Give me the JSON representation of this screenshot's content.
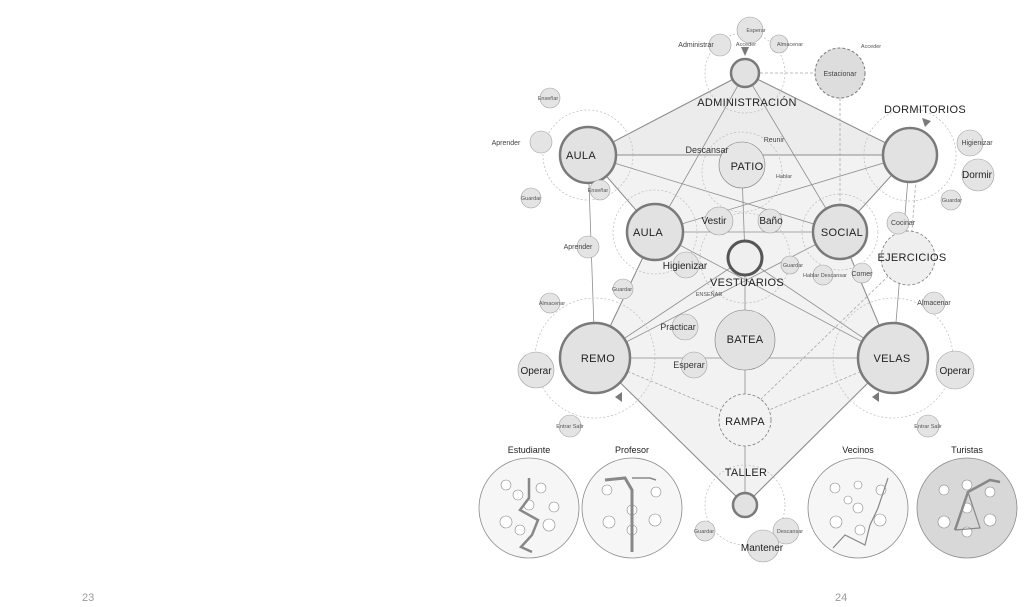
{
  "pages": {
    "left": "23",
    "right": "24"
  },
  "nodes": {
    "administracion": "ADMINISTRACIÓN",
    "dormitorios": "DORMITORIOS",
    "aula1": "AULA",
    "aula2": "AULA",
    "patio": "PATIO",
    "social": "SOCIAL",
    "vestuarios": "VESTUARIOS",
    "ejercicios": "EJERCICIOS",
    "batea": "BATEA",
    "remo": "REMO",
    "velas": "VELAS",
    "rampa": "RAMPA",
    "taller": "TALLER",
    "estacionar": "Estacionar"
  },
  "actions": {
    "esperar_top": "Esperar",
    "administrar": "Administrar",
    "acceder": "Acceder",
    "almacenar_top": "Almacenar",
    "acceder_right": "Acceder",
    "ensenar": "Enseñar",
    "aprender1": "Aprender",
    "guardar1": "Guardar",
    "descansar": "Descansar",
    "reunir": "Reunir",
    "hablar": "Hablar",
    "higienizar_dorm": "Higienizar",
    "dormir": "Dormir",
    "guardar_dorm": "Guardar",
    "ensenar2": "Enseñar",
    "aprender2": "Aprender",
    "guardar2": "Guardar",
    "vestir": "Vestir",
    "bano": "Baño",
    "higienizar": "Higienizar",
    "guardar_vest": "Guardar",
    "hablar_descansar": "Hablar Descansar",
    "cocinar": "Cocinar",
    "comer": "Comer",
    "ensenar_caps": "ENSEÑAR",
    "practicar": "Practicar",
    "esperar_mid": "Esperar",
    "almacenar_l": "Almacenar",
    "operar_l": "Operar",
    "entrar_salir_l": "Entrar Salir",
    "almacenar_r": "Almacenar",
    "operar_r": "Operar",
    "entrar_salir_r": "Entrar Salir",
    "guardar_taller": "Guardar",
    "descansar_taller": "Descansar",
    "mantener": "Mantener"
  },
  "users": {
    "estudiante": "Estudiante",
    "profesor": "Profesor",
    "vecinos": "Vecinos",
    "turistas": "Turistas"
  },
  "colors": {
    "node_fill": "#e2e2e2",
    "stroke": "#7a7a7a",
    "light": "#cfcfcf",
    "text": "#222222"
  }
}
